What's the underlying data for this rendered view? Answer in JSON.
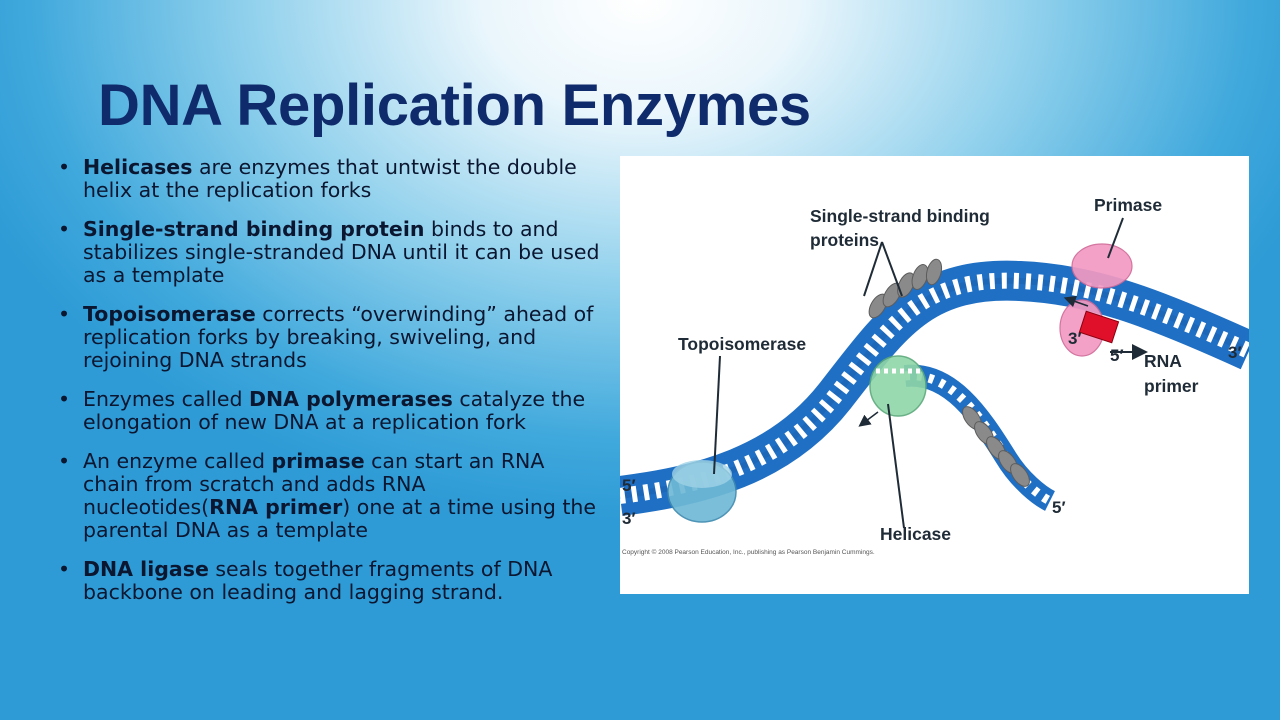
{
  "title": "DNA Replication Enzymes",
  "bullets": [
    {
      "term": "Helicases",
      "text": " are enzymes that untwist the double helix at the replication forks"
    },
    {
      "term": "Single-strand binding protein",
      "text": " binds to and stabilizes single-stranded DNA until it can be used as a template"
    },
    {
      "term": "Topoisomerase",
      "text": " corrects “overwinding” ahead of replication forks by breaking, swiveling, and rejoining DNA strands"
    },
    {
      "pre": "Enzymes called ",
      "term": "DNA polymerases",
      "text": " catalyze the elongation of new DNA at a replication fork"
    },
    {
      "pre": "An enzyme called ",
      "term": "primase",
      "text": " can start an RNA chain from scratch and adds RNA nucleotides(",
      "term2": "RNA primer",
      "post": ") one at a time using the parental DNA as a template"
    },
    {
      "term": "DNA ligase",
      "text": " seals together fragments of DNA backbone on leading and lagging strand."
    }
  ],
  "figure": {
    "labels": {
      "ssb_line1": "Single-strand binding",
      "ssb_line2": "proteins",
      "primase": "Primase",
      "topoisomerase": "Topoisomerase",
      "helicase": "Helicase",
      "rna_line1": "RNA",
      "rna_line2": "primer"
    },
    "ends": {
      "left_top": "5′",
      "left_bottom": "3′",
      "primer_3": "3′",
      "primer_5": "5′",
      "right_upper": "3′",
      "right_lower": "5′"
    },
    "copyright": "Copyright © 2008 Pearson Education, Inc., publishing as Pearson Benjamin Cummings.",
    "colors": {
      "dna_blue": "#1f6fc4",
      "rung_white": "#ffffff",
      "topoisomerase": "#6fb9d6",
      "helicase": "#8fd6a8",
      "primase": "#f29ac2",
      "rna_primer": "#e0102a",
      "ssb_gray": "#8a8a8a"
    }
  }
}
